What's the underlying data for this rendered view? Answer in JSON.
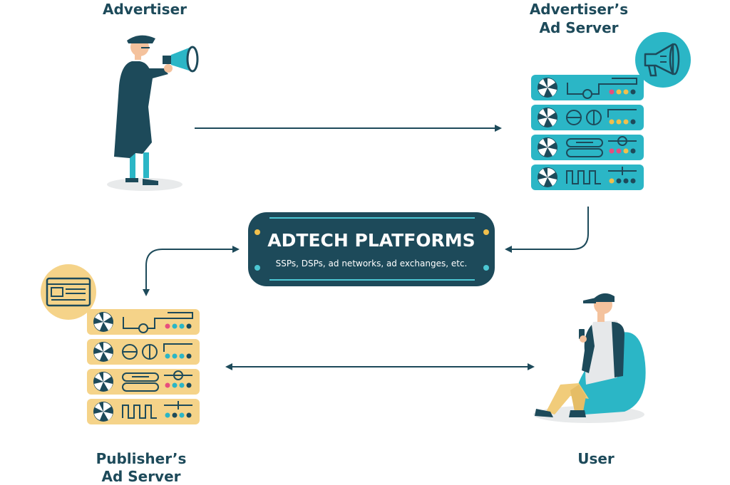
{
  "nodes": {
    "advertiser": {
      "label": "Advertiser"
    },
    "advertiser_ad_server": {
      "label_line1": "Advertiser’s",
      "label_line2": "Ad Server"
    },
    "adtech_platforms": {
      "title": "ADTECH PLATFORMS",
      "subtitle": "SSPs, DSPs, ad networks, ad exchanges, etc."
    },
    "publisher_ad_server": {
      "label_line1": "Publisher’s",
      "label_line2": "Ad Server"
    },
    "user": {
      "label": "User"
    }
  },
  "colors": {
    "dark_navy": "#1d4a5a",
    "teal": "#2bb6c6",
    "teal_light": "#4cc7d3",
    "yellow": "#f5d389",
    "pink": "#e84e7d",
    "dot_yellow": "#f1c04c",
    "skin": "#f4c29d",
    "pants": "#f1cc7a"
  }
}
